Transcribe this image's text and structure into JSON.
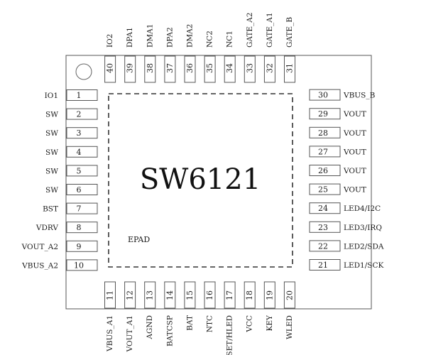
{
  "part_number": "SW6121",
  "epad_label": "EPAD",
  "pins": {
    "left": [
      {
        "num": "1",
        "name": "IO1"
      },
      {
        "num": "2",
        "name": "SW"
      },
      {
        "num": "3",
        "name": "SW"
      },
      {
        "num": "4",
        "name": "SW"
      },
      {
        "num": "5",
        "name": "SW"
      },
      {
        "num": "6",
        "name": "SW"
      },
      {
        "num": "7",
        "name": "BST"
      },
      {
        "num": "8",
        "name": "VDRV"
      },
      {
        "num": "9",
        "name": "VOUT_A2"
      },
      {
        "num": "10",
        "name": "VBUS_A2"
      }
    ],
    "bottom": [
      {
        "num": "11",
        "name": "VBUS_A1"
      },
      {
        "num": "12",
        "name": "VOUT_A1"
      },
      {
        "num": "13",
        "name": "AGND"
      },
      {
        "num": "14",
        "name": "BATCSP"
      },
      {
        "num": "15",
        "name": "BAT"
      },
      {
        "num": "16",
        "name": "NTC"
      },
      {
        "num": "17",
        "name": "BSET/HLED"
      },
      {
        "num": "18",
        "name": "VCC"
      },
      {
        "num": "19",
        "name": "KEY"
      },
      {
        "num": "20",
        "name": "WLED"
      }
    ],
    "right": [
      {
        "num": "21",
        "name": "LED1/SCK"
      },
      {
        "num": "22",
        "name": "LED2/SDA"
      },
      {
        "num": "23",
        "name": "LED3/IRQ"
      },
      {
        "num": "24",
        "name": "LED4/I2C"
      },
      {
        "num": "25",
        "name": "VOUT"
      },
      {
        "num": "26",
        "name": "VOUT"
      },
      {
        "num": "27",
        "name": "VOUT"
      },
      {
        "num": "28",
        "name": "VOUT"
      },
      {
        "num": "29",
        "name": "VOUT"
      },
      {
        "num": "30",
        "name": "VBUS_B"
      }
    ],
    "top": [
      {
        "num": "31",
        "name": "GATE_B"
      },
      {
        "num": "32",
        "name": "GATE_A1"
      },
      {
        "num": "33",
        "name": "GATE_A2"
      },
      {
        "num": "34",
        "name": "NC1"
      },
      {
        "num": "35",
        "name": "NC2"
      },
      {
        "num": "36",
        "name": "DMA2"
      },
      {
        "num": "37",
        "name": "DPA2"
      },
      {
        "num": "38",
        "name": "DMA1"
      },
      {
        "num": "39",
        "name": "DPA1"
      },
      {
        "num": "40",
        "name": "IO2"
      }
    ]
  }
}
